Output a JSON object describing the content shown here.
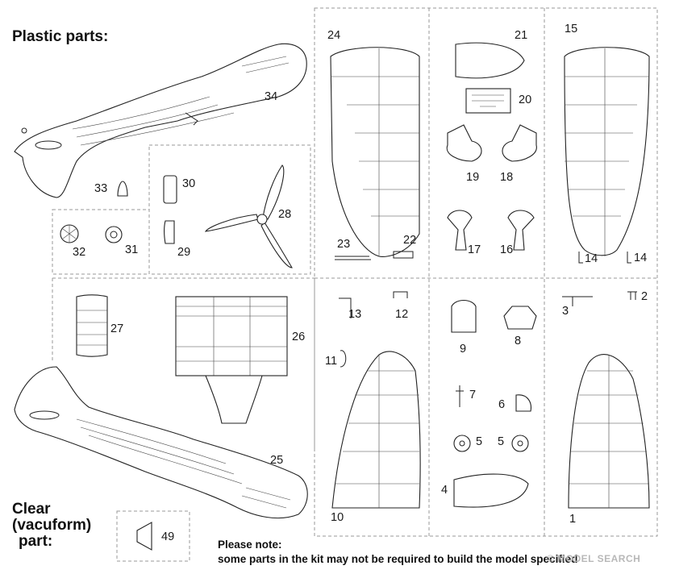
{
  "headings": {
    "plastic": "Plastic parts:",
    "clear_line1": "Clear",
    "clear_line2": "(vacuform)",
    "clear_line3": "part:"
  },
  "note": {
    "line1": "Please note:",
    "line2": "some parts in the kit may not be required to build the model specified"
  },
  "watermark": "© MODEL SEARCH",
  "part_numbers": {
    "p1": "1",
    "p2": "2",
    "p3": "3",
    "p4": "4",
    "p5a": "5",
    "p5b": "5",
    "p6": "6",
    "p7": "7",
    "p8": "8",
    "p9": "9",
    "p10": "10",
    "p11": "11",
    "p12": "12",
    "p13": "13",
    "p14a": "14",
    "p14b": "14",
    "p15": "15",
    "p16": "16",
    "p17": "17",
    "p18": "18",
    "p19": "19",
    "p20": "20",
    "p21": "21",
    "p22": "22",
    "p23": "23",
    "p24": "24",
    "p25": "25",
    "p26": "26",
    "p27": "27",
    "p28": "28",
    "p29": "29",
    "p30": "30",
    "p31": "31",
    "p32": "32",
    "p33": "33",
    "p34": "34",
    "p49": "49"
  }
}
